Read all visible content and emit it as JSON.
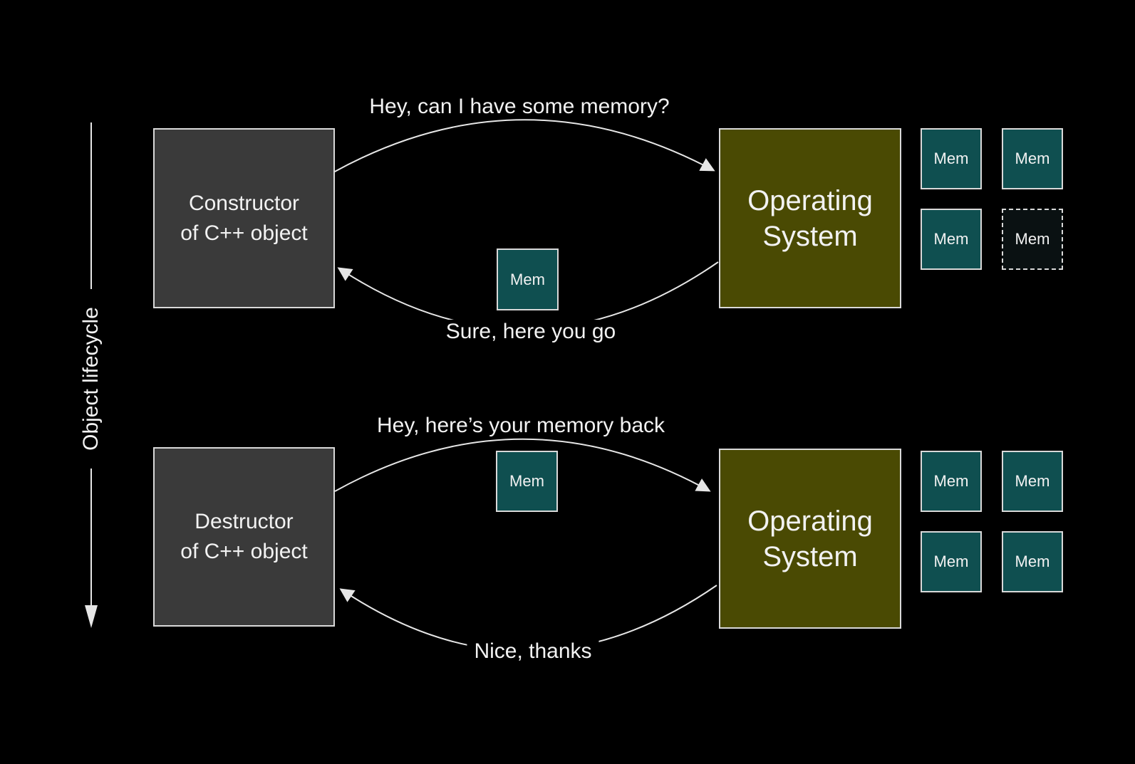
{
  "axis": {
    "label": "Object lifecycle"
  },
  "construction": {
    "actor_label": "Constructor\nof C++ object",
    "os_label": "Operating\nSystem",
    "request_text": "Hey, can I have some memory?",
    "response_text": "Sure, here you go",
    "mem_in_transit": "Mem",
    "mem_pool": [
      {
        "label": "Mem",
        "style": "solid"
      },
      {
        "label": "Mem",
        "style": "solid"
      },
      {
        "label": "Mem",
        "style": "solid"
      },
      {
        "label": "Mem",
        "style": "dashed"
      }
    ]
  },
  "destruction": {
    "actor_label": "Destructor\nof C++ object",
    "os_label": "Operating\nSystem",
    "request_text": "Hey, here’s your memory back",
    "response_text": "Nice, thanks",
    "mem_in_transit": "Mem",
    "mem_pool": [
      {
        "label": "Mem",
        "style": "solid"
      },
      {
        "label": "Mem",
        "style": "solid"
      },
      {
        "label": "Mem",
        "style": "solid"
      },
      {
        "label": "Mem",
        "style": "solid"
      }
    ]
  },
  "colors": {
    "background": "#000000",
    "actor_fill": "#3a3a3a",
    "os_fill": "#4a4a03",
    "mem_fill": "#0f4f50",
    "mem_dashed_fill": "#0a1112",
    "box_border": "#d9d9d9",
    "stroke": "#e6e6e6",
    "text": "#f2f2f2"
  }
}
